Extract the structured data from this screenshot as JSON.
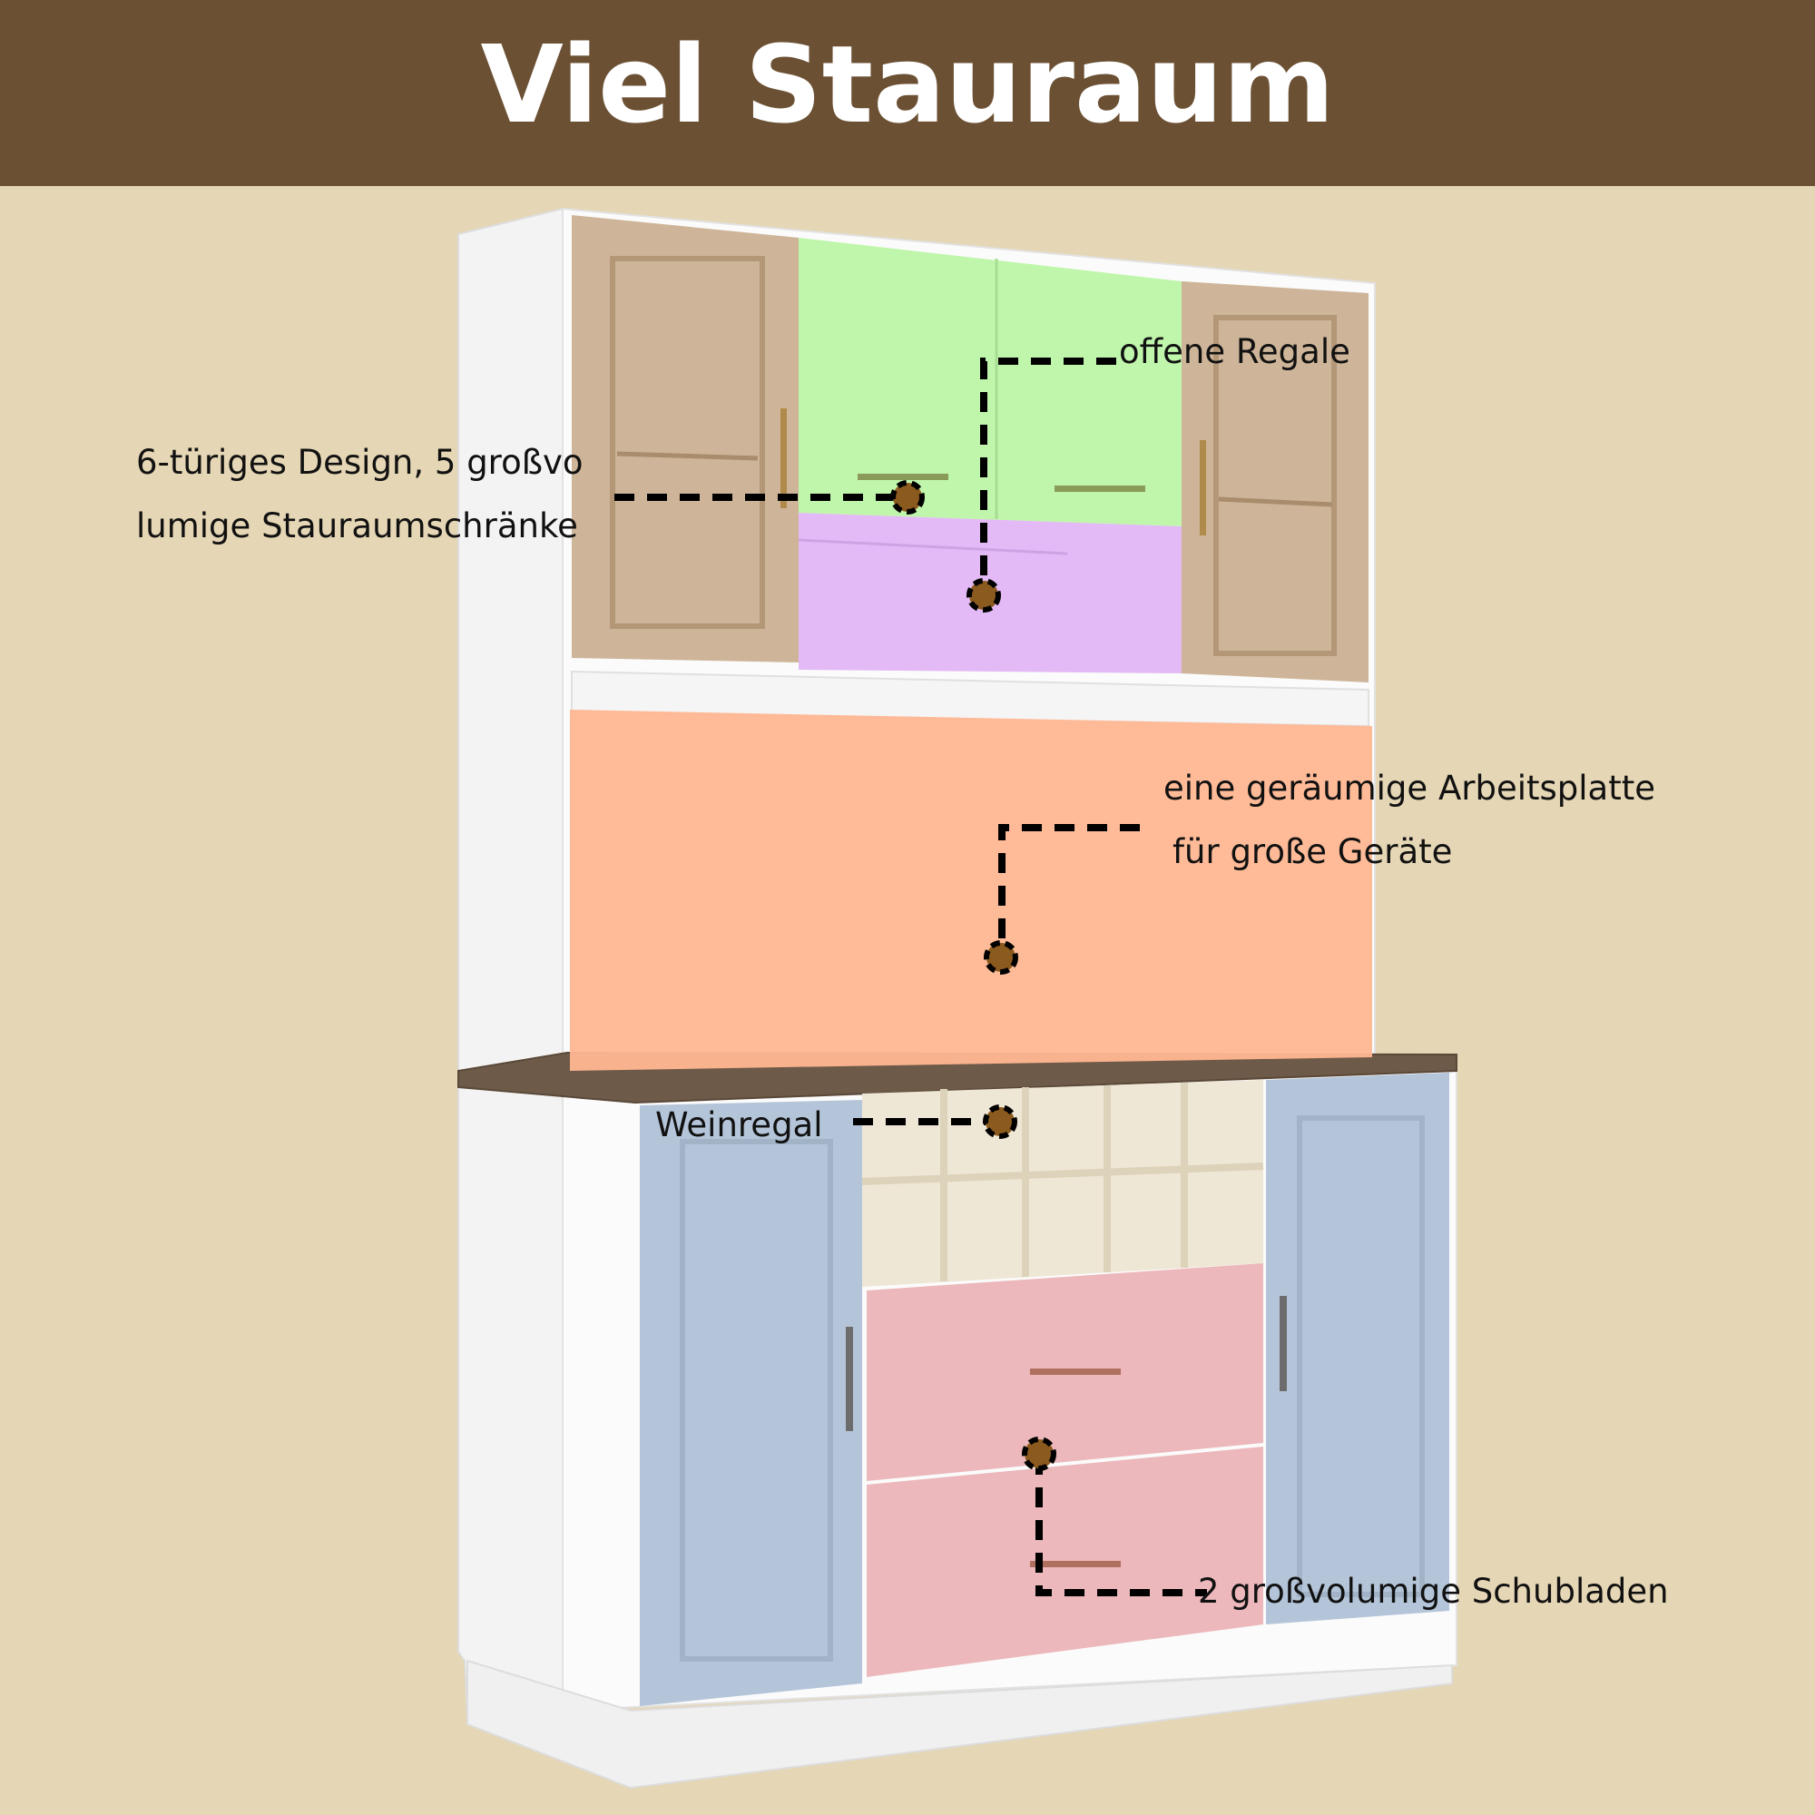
{
  "header": {
    "title": "Viel Stauraum"
  },
  "colors": {
    "header_bg": "#6b5033",
    "page_bg": "#e5d6b5",
    "marker": "#8b5a1f",
    "zone_glass_doors": "#c9ad8e",
    "zone_upper_doors": "#bdf5a8",
    "zone_open_shelf": "#e1b6f4",
    "zone_backsplash": "#ffb792",
    "zone_lower_doors": "#b5c5d9",
    "zone_drawers": "#ecb8bb"
  },
  "callouts": {
    "offene_regale": "offene Regale",
    "design_line1": "6-türiges Design, 5 großvo",
    "design_line2": "lumige Stauraumschränke",
    "arbeitsplatte_line1": "eine geräumige Arbeitsplatte",
    "arbeitsplatte_line2": "für große Geräte",
    "weinregal": "Weinregal",
    "schubladen": "2 großvolumige Schubladen"
  }
}
